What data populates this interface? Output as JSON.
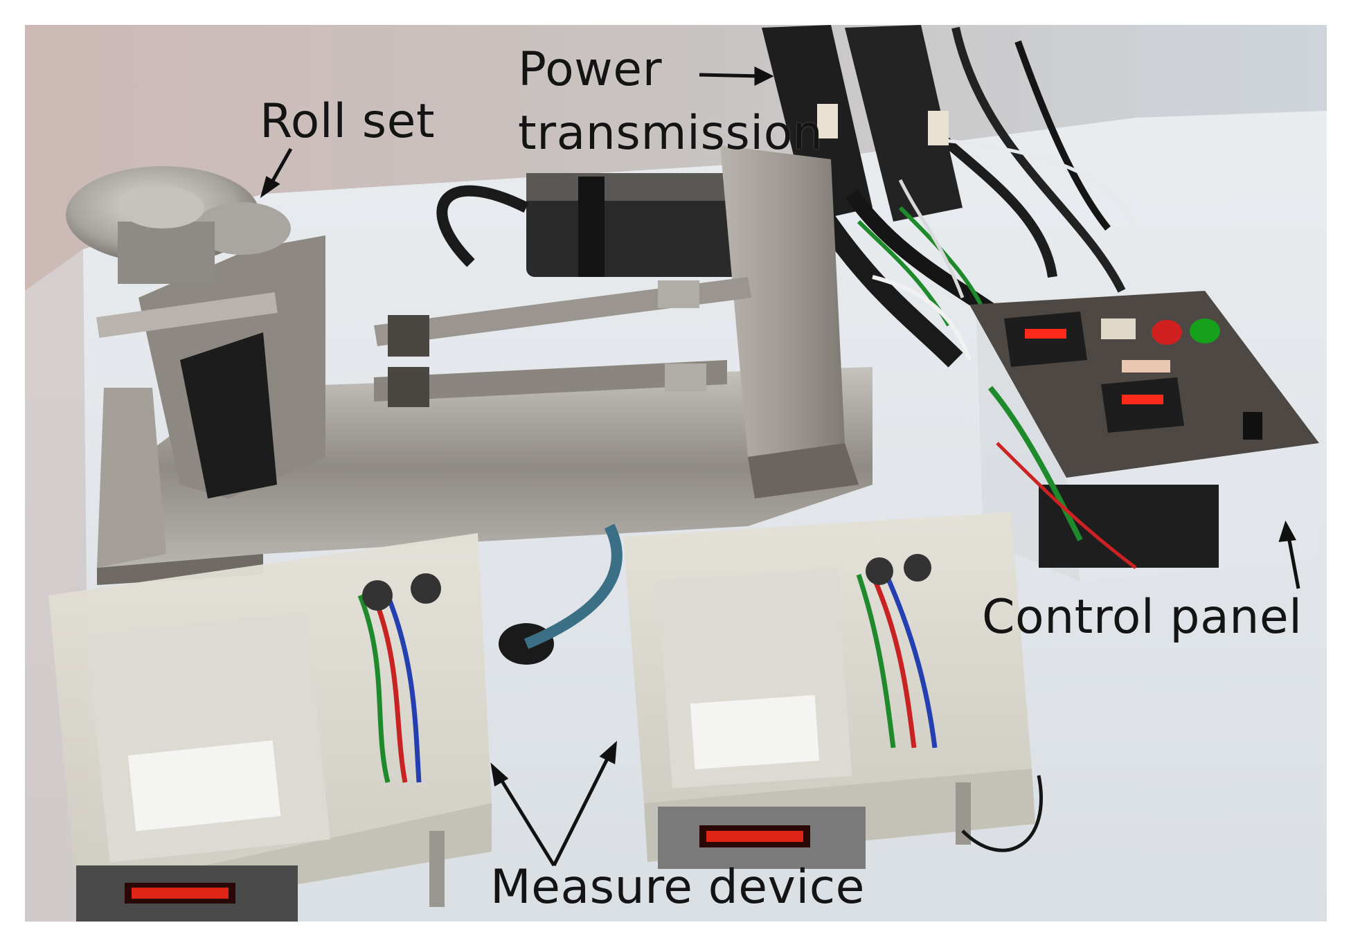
{
  "figure": {
    "labels": {
      "roll_set": "Roll set",
      "power_transmission_line1": "Power",
      "power_transmission_line2": "transmission",
      "control_panel": "Control panel",
      "measure_device": "Measure device"
    },
    "colors": {
      "background_wall": "#c9c2bf",
      "table": "#e3e6ea",
      "steel": "#a8a49f",
      "enclosure": "#d9d6cc",
      "display_red": "#ff2a1a",
      "button_red": "#d21f1f",
      "button_green": "#16a11a",
      "label_text": "#141414"
    }
  }
}
